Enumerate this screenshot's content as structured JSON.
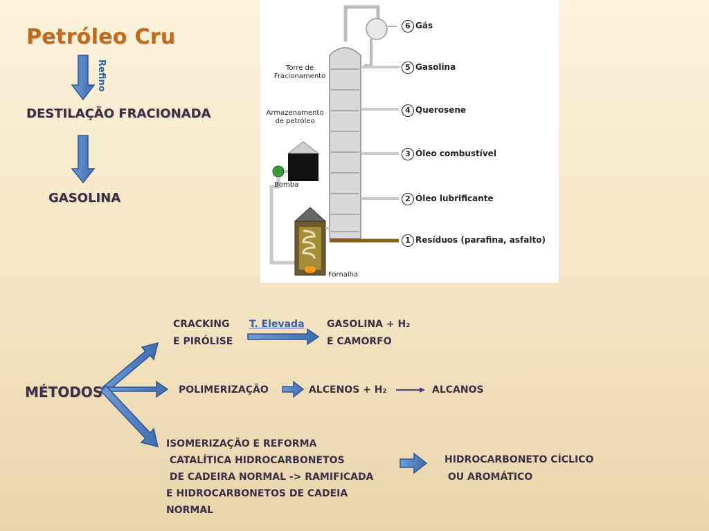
{
  "title": "Petróleo Cru",
  "refino_label": "Refino",
  "step1": "DESTILAÇÃO  FRACIONADA",
  "step2": "GASOLINA",
  "metodos": "MÉTODOS",
  "tower": {
    "torre_label": "Torre de Fracionamento",
    "armazenamento_label": "Armazenamento de petróleo",
    "bomba_label": "Bomba",
    "fornalha_label": "Fornalha",
    "products": [
      {
        "num": "6",
        "label": "Gás"
      },
      {
        "num": "5",
        "label": "Gasolina"
      },
      {
        "num": "4",
        "label": "Querosene"
      },
      {
        "num": "3",
        "label": "Óleo combustível"
      },
      {
        "num": "2",
        "label": "Óleo lubrificante"
      },
      {
        "num": "1",
        "label": "Resíduos (parafina, asfalto)"
      }
    ]
  },
  "cracking": {
    "label_line1": "CRACKING",
    "label_line2": "E  PIRÓLISE",
    "condition": "T. Elevada",
    "result_line1": "GASOLINA + H₂",
    "result_line2": "E  CAMORFO"
  },
  "polimerizacao": {
    "label": "POLIMERIZAÇÃO",
    "intermediate": "ALCENOS + H₂",
    "result": "ALCANOS"
  },
  "isomerizacao": {
    "lines": [
      "ISOMERIZAÇÃO E REFORMA",
      " CATALÍTICA HIDROCARBONETOS",
      " DE CADEIRA NORMAL -> RAMIFICADA",
      "E HIDROCARBONETOS DE CADEIA",
      "NORMAL"
    ],
    "result_line1": "HIDROCARBONETO CÍCLICO",
    "result_line2": " OU AROMÁTICO"
  },
  "colors": {
    "title": "#c06a1e",
    "arrow_blue": "#4a7bc4",
    "text_dark": "#3a2f47"
  }
}
